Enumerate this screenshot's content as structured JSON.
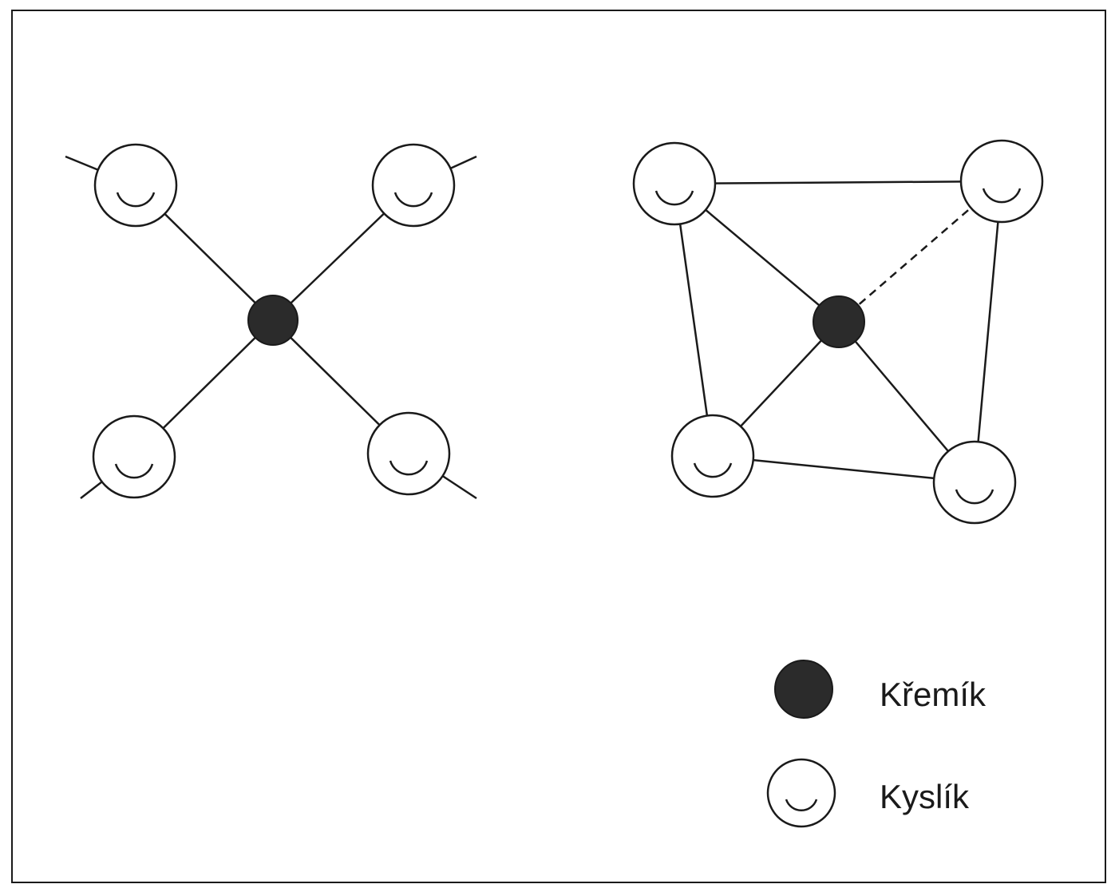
{
  "colors": {
    "line": "#1a1a1a",
    "silicon_fill": "#2b2b2b",
    "oxygen_fill": "#ffffff",
    "background": "#ffffff"
  },
  "legend": {
    "silicon_label": "Křemík",
    "oxygen_label": "Kyslík"
  },
  "structures": {
    "left": {
      "description_icon": "si-o4-planar-projection",
      "oxygen_count": 4,
      "silicon_count": 1
    },
    "right": {
      "description_icon": "si-o4-tetrahedron",
      "oxygen_count": 4,
      "silicon_count": 1,
      "hidden_bond_style": "dashed"
    }
  }
}
